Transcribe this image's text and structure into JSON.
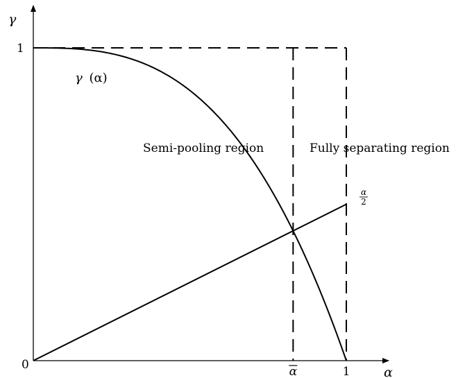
{
  "axes": {
    "y_label": "γ",
    "x_label": "α",
    "y_tick_top": "1",
    "origin": "0",
    "x_tick_alpha_bar": "α",
    "x_tick_one": "1"
  },
  "curves": {
    "gamma_label_func": "γ",
    "gamma_label_arg": "(α)",
    "line_frac_num": "α",
    "line_frac_den": "2"
  },
  "regions": {
    "semi_pooling": "Semi-pooling region",
    "fully_separating": "Fully separating region"
  },
  "model": {
    "alpha_bar": 0.83,
    "x_max": 1,
    "y_max": 1
  },
  "colors": {
    "ink": "#000000",
    "background": "#ffffff"
  }
}
